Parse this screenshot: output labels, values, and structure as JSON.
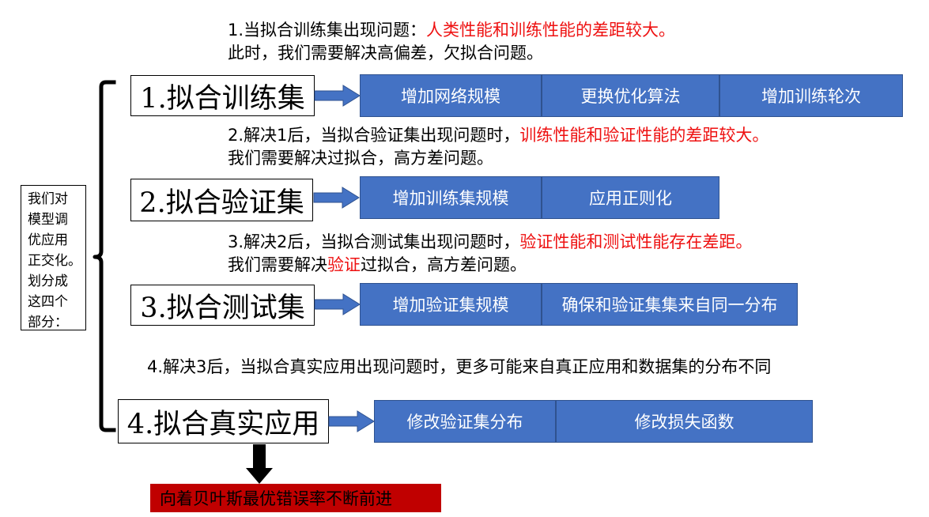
{
  "notes": {
    "n1": {
      "black": "1.当拟合训练集出现问题：",
      "red": "人类性能和训练性能的差距较大。",
      "line2": "此时，我们需要解决高偏差，欠拟合问题。"
    },
    "n2": {
      "black": "2.解决1后，当拟合验证集出现问题时，",
      "red": "训练性能和验证性能的差距较大。",
      "line2": "我们需要解决过拟合，高方差问题。"
    },
    "n3": {
      "black": "3.解决2后，当拟合测试集出现问题时，",
      "red": "验证性能和测试性能存在差距。",
      "line2_a": "我们需要解决",
      "line2_red": "验证",
      "line2_b": "过拟合，高方差问题。"
    },
    "n4": {
      "text": "4.解决3后，当拟合真实应用出现问题时，更多可能来自真正应用和数据集的分布不同"
    }
  },
  "sidebar": {
    "lines": [
      "我们对",
      "模型调",
      "优应用",
      "正交化。",
      "划分成",
      "这四个",
      "部分："
    ]
  },
  "stages": [
    {
      "label": "1.拟合训练集",
      "actions": [
        "增加网络规模",
        "更换优化算法",
        "增加训练轮次"
      ]
    },
    {
      "label": "2.拟合验证集",
      "actions": [
        "增加训练集规模",
        "应用正则化"
      ]
    },
    {
      "label": "3.拟合测试集",
      "actions": [
        "增加验证集规模",
        "确保和验证集集来自同一分布"
      ]
    },
    {
      "label": "4.拟合真实应用",
      "actions": [
        "修改验证集分布",
        "修改损失函数"
      ]
    }
  ],
  "final": {
    "text": "向着贝叶斯最优错误率不断前进"
  },
  "colors": {
    "action_fill": "#4472c4",
    "highlight_text": "#ee1111",
    "final_fill": "#c00000"
  }
}
